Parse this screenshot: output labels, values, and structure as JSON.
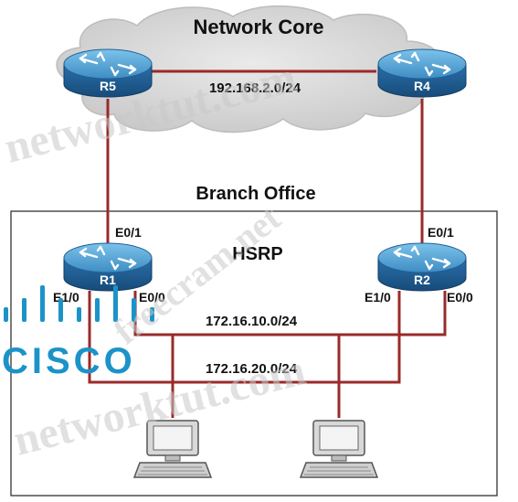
{
  "cloud": {
    "title": "Network Core"
  },
  "branch": {
    "title": "Branch Office",
    "protocol": "HSRP"
  },
  "routers": {
    "r5": {
      "name": "R5"
    },
    "r4": {
      "name": "R4"
    },
    "r1": {
      "name": "R1",
      "uplink": "E0/1",
      "port_a": "E1/0",
      "port_b": "E0/0"
    },
    "r2": {
      "name": "R2",
      "uplink": "E0/1",
      "port_a": "E1/0",
      "port_b": "E0/0"
    }
  },
  "subnets": {
    "core": "192.168.2.0/24",
    "lan1": "172.16.10.0/24",
    "lan2": "172.16.20.0/24"
  },
  "logo": {
    "text": "CISCO"
  },
  "watermarks": [
    "networktut.com",
    "freecram.net",
    "networktut.com"
  ],
  "colors": {
    "router_top": "#5aa8d6",
    "router_side": "#1f5f96",
    "link": "#9a2a2a",
    "cloud": "#d6d6d6",
    "logo": "#1c93c8"
  }
}
